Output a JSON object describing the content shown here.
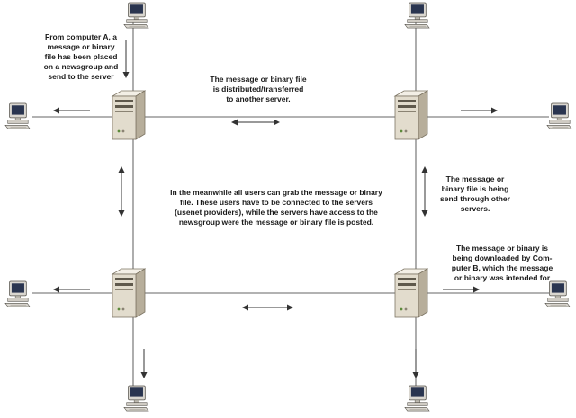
{
  "notes": {
    "computer_a": "From computer A, a\nmessage or binary\nfile has been placed\non a newsgroup and\nsend to the server",
    "distributed": "The message or binary file\nis distributed/transferred\nto another server.",
    "meanwhile": "In the meanwhile all users can grab the message or binary\nfile. These users have to be connected to the servers\n(usenet providers), while the servers have access to the\nnewsgroup were the message or binary file is posted.",
    "send_through": "The message or\nbinary file is being\nsend through other\nservers.",
    "downloaded": "The message or binary is\nbeing downloaded by Com-\nputer B, which the message\nor binary was intended for"
  },
  "colors": {
    "line": "#333333",
    "server_front": "#e2dccd",
    "server_side": "#b7ae9b",
    "monitor_frame": "#dad7d0",
    "screen": "#2a3550"
  }
}
